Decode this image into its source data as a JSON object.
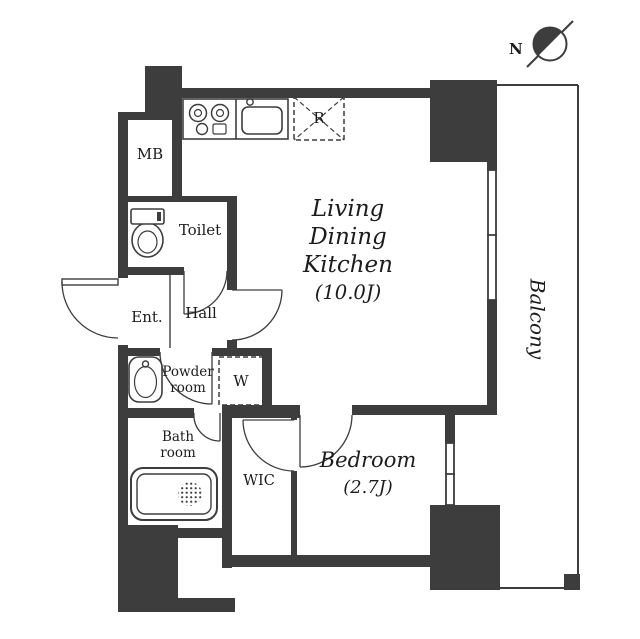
{
  "colors": {
    "wall": "#3d3d3d",
    "line": "#3d3d3d",
    "text": "#1c1c1c",
    "background": "#ffffff"
  },
  "compass": {
    "label": "N"
  },
  "rooms": {
    "ldk": {
      "line1": "Living",
      "line2": "Dining",
      "line3": "Kitchen",
      "size": "(10.0J)"
    },
    "bedroom": {
      "name": "Bedroom",
      "size": "(2.7J)"
    },
    "balcony": {
      "name": "Balcony"
    },
    "meter_box": {
      "name": "MB"
    },
    "toilet": {
      "name": "Toilet"
    },
    "entrance": {
      "name": "Ent."
    },
    "hall": {
      "name": "Hall"
    },
    "powder_room": {
      "line1": "Powder",
      "line2": "room"
    },
    "bath_room": {
      "line1": "Bath",
      "line2": "room"
    },
    "wic": {
      "name": "WIC"
    },
    "washer_space": {
      "name": "W"
    },
    "refrigerator_space": {
      "name": "R"
    }
  }
}
